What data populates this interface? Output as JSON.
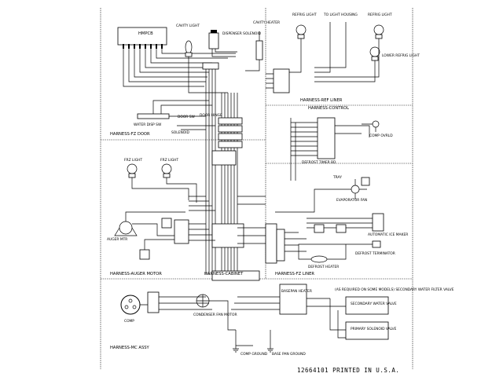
{
  "diagram": {
    "board": {
      "label": "HMPCB"
    },
    "sections": [
      {
        "id": "f2-door",
        "label": "HARNESS-FZ DOOR"
      },
      {
        "id": "auger-motor",
        "label": "HARNESS-AUGER MOTOR"
      },
      {
        "id": "cabinet",
        "label": "HARNESS-CABINET"
      },
      {
        "id": "fz-liner",
        "label": "HARNESS-FZ LINER"
      },
      {
        "id": "ref-liner",
        "label": "HARNESS-REF LINER"
      },
      {
        "id": "control",
        "label": "HARNESS-CONTROL"
      },
      {
        "id": "mc-assy",
        "label": "HARNESS-MC ASSY"
      }
    ],
    "components": {
      "cavity_light": "CAVITY LIGHT",
      "dispenser_solenoid": "DISPENSER SOLENOID",
      "cavity_heater": "CAVITY HEATER",
      "refrig_light_1": "REFRIG LIGHT",
      "to_light_housing": "TO LIGHT HOUSING",
      "refrig_light_2": "REFRIG LIGHT",
      "lower_refrig_light": "LOWER REFRIG LIGHT",
      "water_dispenser_switch": "WATER DISP SW",
      "door_sw": "DOOR SW",
      "solenoid": "SOLENOID",
      "door_hinge": "DOOR HINGE",
      "comp_ovrld": "COMP OVRLD",
      "defrost_timer": "DEFROST TIMER BD",
      "frz_light_1": "FRZ LIGHT",
      "frz_light_2": "FRZ LIGHT",
      "auger_motor": "AUGER MTR",
      "evaporator_fan": "EVAPORATOR FAN",
      "tray": "TRAY",
      "automatic_ice_maker": "AUTOMATIC ICE MAKER",
      "defrost_terminator": "DEFROST TERMINATOR",
      "defrost_heater": "DEFROST HEATER",
      "comp": "COMP",
      "condenser_fan_motor": "CONDENSER FAN MOTOR",
      "basepan_heater": "BASEPAN HEATER",
      "comp_ground": "COMP GROUND",
      "base_pan_ground": "BASE PAN GROUND",
      "secondary_water_valve": "SECONDARY WATER VALVE",
      "primary_water_valve": "PRIMARY SOLENOID VALVE",
      "valve_note": "(AS REQUIRED ON SOME MODELS) SECONDARY WATER FILTER VALVE"
    },
    "footer": "12664101 PRINTED IN U.S.A."
  }
}
